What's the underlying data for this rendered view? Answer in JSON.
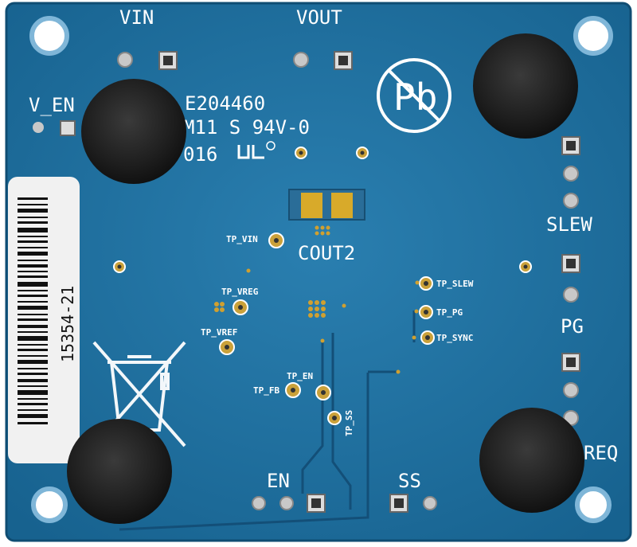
{
  "silkscreen": {
    "vin": "VIN",
    "vout": "VOUT",
    "v_en": "V_EN",
    "ul_number": "E204460",
    "rating": "M11 S 94V-0",
    "year": "016",
    "cout2": "COUT2",
    "slew": "SLEW",
    "pg": "PG",
    "freq": "REQ",
    "en": "EN",
    "ss": "SS",
    "pb": "Pb",
    "tp_vin": "TP_VIN",
    "tp_vreg": "TP_VREG",
    "tp_vref": "TP_VREF",
    "tp_en": "TP_EN",
    "tp_fb": "TP_FB",
    "tp_ss": "TP_SS",
    "tp_slew": "TP_SLEW",
    "tp_pg": "TP_PG",
    "tp_sync": "TP_SYNC"
  },
  "barcode_label": {
    "serial": "15354-21"
  },
  "colors": {
    "board": "#1f6f9f",
    "silk": "#ffffff",
    "pad": "#c9a23f",
    "copper": "#d4a72c",
    "rubber_foot": "#222222",
    "label": "#f2f2f2"
  }
}
